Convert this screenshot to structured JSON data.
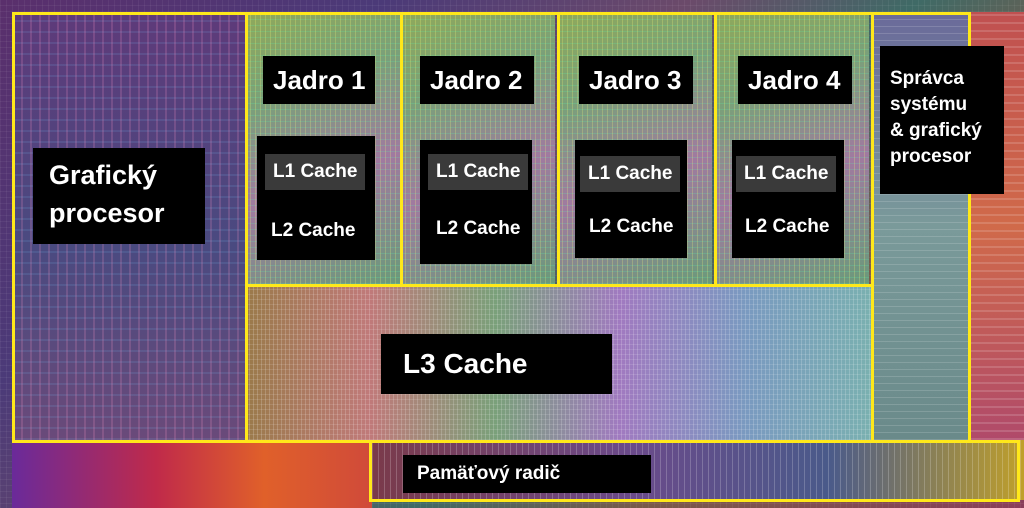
{
  "labels": {
    "gpu_line1": "Grafický",
    "gpu_line2": "procesor",
    "core1": "Jadro 1",
    "core2": "Jadro 2",
    "core3": "Jadro 3",
    "core4": "Jadro 4",
    "l1": "L1 Cache",
    "l2": "L2 Cache",
    "l3": "L3 Cache",
    "sys_line1": "Správca",
    "sys_line2": "systému",
    "sys_line3": "& grafický",
    "sys_line4": "procesor",
    "memory_controller": "Pamäťový radič"
  },
  "colors": {
    "outline": "#ffe81a",
    "label_bg": "#000000",
    "label_text": "#ffffff"
  }
}
